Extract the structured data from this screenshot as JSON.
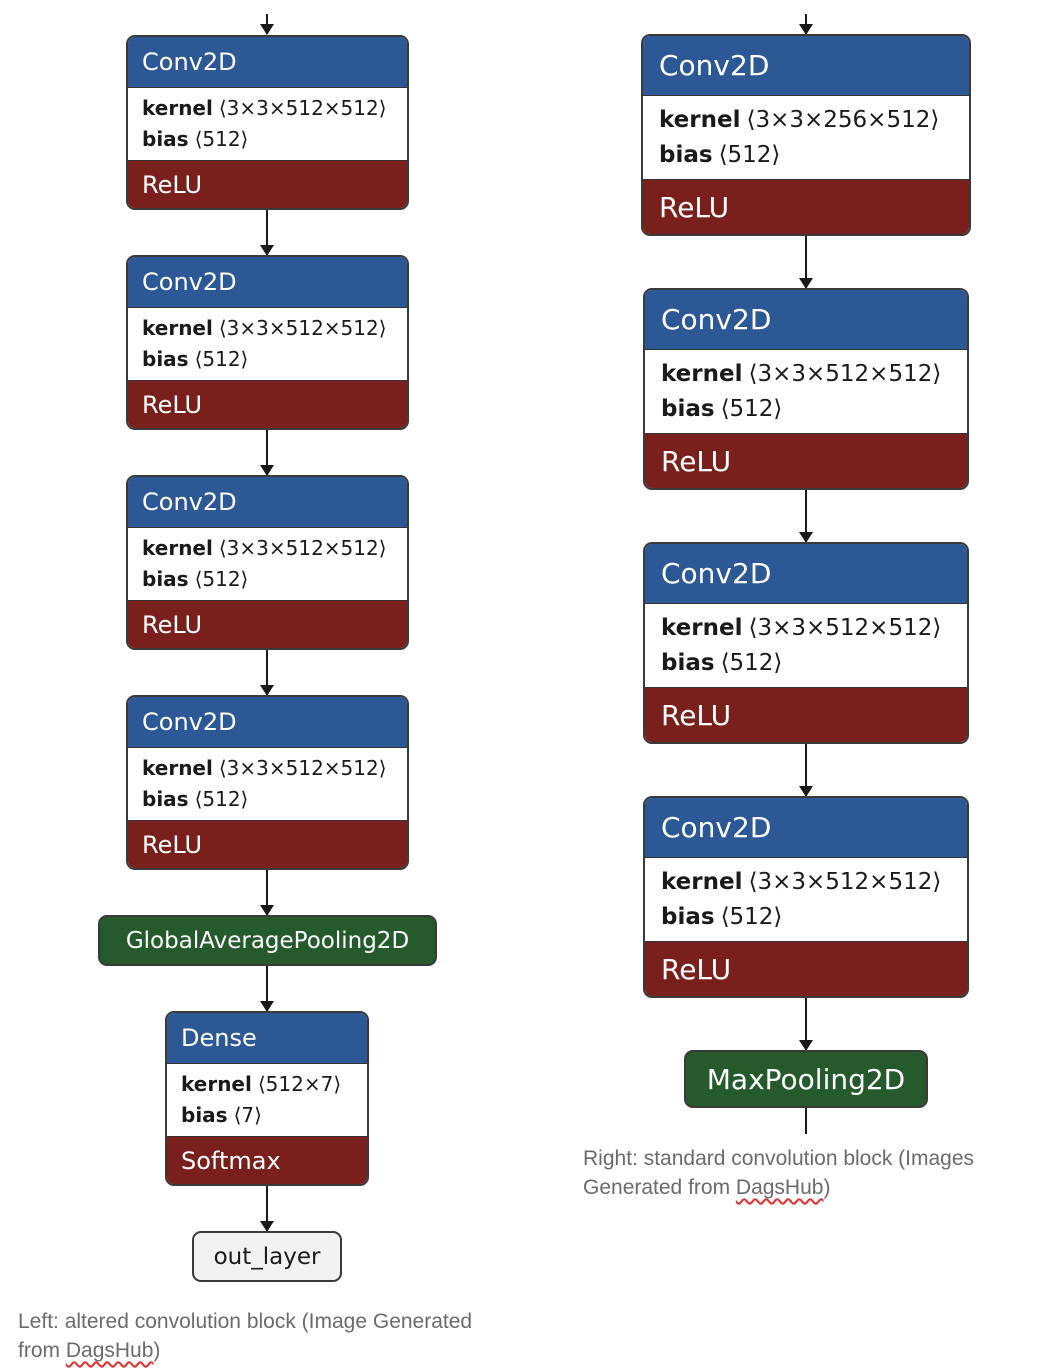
{
  "left": {
    "blocks": [
      {
        "name": "Conv2D",
        "kernel_label": "kernel",
        "kernel_shape": "⟨3×3×512×512⟩",
        "bias_label": "bias",
        "bias_shape": "⟨512⟩",
        "activation": "ReLU"
      },
      {
        "name": "Conv2D",
        "kernel_label": "kernel",
        "kernel_shape": "⟨3×3×512×512⟩",
        "bias_label": "bias",
        "bias_shape": "⟨512⟩",
        "activation": "ReLU"
      },
      {
        "name": "Conv2D",
        "kernel_label": "kernel",
        "kernel_shape": "⟨3×3×512×512⟩",
        "bias_label": "bias",
        "bias_shape": "⟨512⟩",
        "activation": "ReLU"
      },
      {
        "name": "Conv2D",
        "kernel_label": "kernel",
        "kernel_shape": "⟨3×3×512×512⟩",
        "bias_label": "bias",
        "bias_shape": "⟨512⟩",
        "activation": "ReLU"
      }
    ],
    "pooling": "GlobalAveragePooling2D",
    "dense": {
      "name": "Dense",
      "kernel_label": "kernel",
      "kernel_shape": "⟨512×7⟩",
      "bias_label": "bias",
      "bias_shape": "⟨7⟩",
      "activation": "Softmax"
    },
    "output": "out_layer",
    "caption_before": "Left: altered convolution block (Image Generated from ",
    "caption_link": "DagsHub",
    "caption_after": ")"
  },
  "right": {
    "blocks": [
      {
        "name": "Conv2D",
        "kernel_label": "kernel",
        "kernel_shape": "⟨3×3×256×512⟩",
        "bias_label": "bias",
        "bias_shape": "⟨512⟩",
        "activation": "ReLU"
      },
      {
        "name": "Conv2D",
        "kernel_label": "kernel",
        "kernel_shape": "⟨3×3×512×512⟩",
        "bias_label": "bias",
        "bias_shape": "⟨512⟩",
        "activation": "ReLU"
      },
      {
        "name": "Conv2D",
        "kernel_label": "kernel",
        "kernel_shape": "⟨3×3×512×512⟩",
        "bias_label": "bias",
        "bias_shape": "⟨512⟩",
        "activation": "ReLU"
      },
      {
        "name": "Conv2D",
        "kernel_label": "kernel",
        "kernel_shape": "⟨3×3×512×512⟩",
        "bias_label": "bias",
        "bias_shape": "⟨512⟩",
        "activation": "ReLU"
      }
    ],
    "pooling": "MaxPooling2D",
    "caption_before": "Right: standard convolution block (Images Generated from ",
    "caption_link": "DagsHub",
    "caption_after": ")"
  },
  "colors": {
    "header": "#2c5896",
    "activation": "#7a201c",
    "pooling": "#245a2c",
    "output": "#f2f2f2"
  }
}
